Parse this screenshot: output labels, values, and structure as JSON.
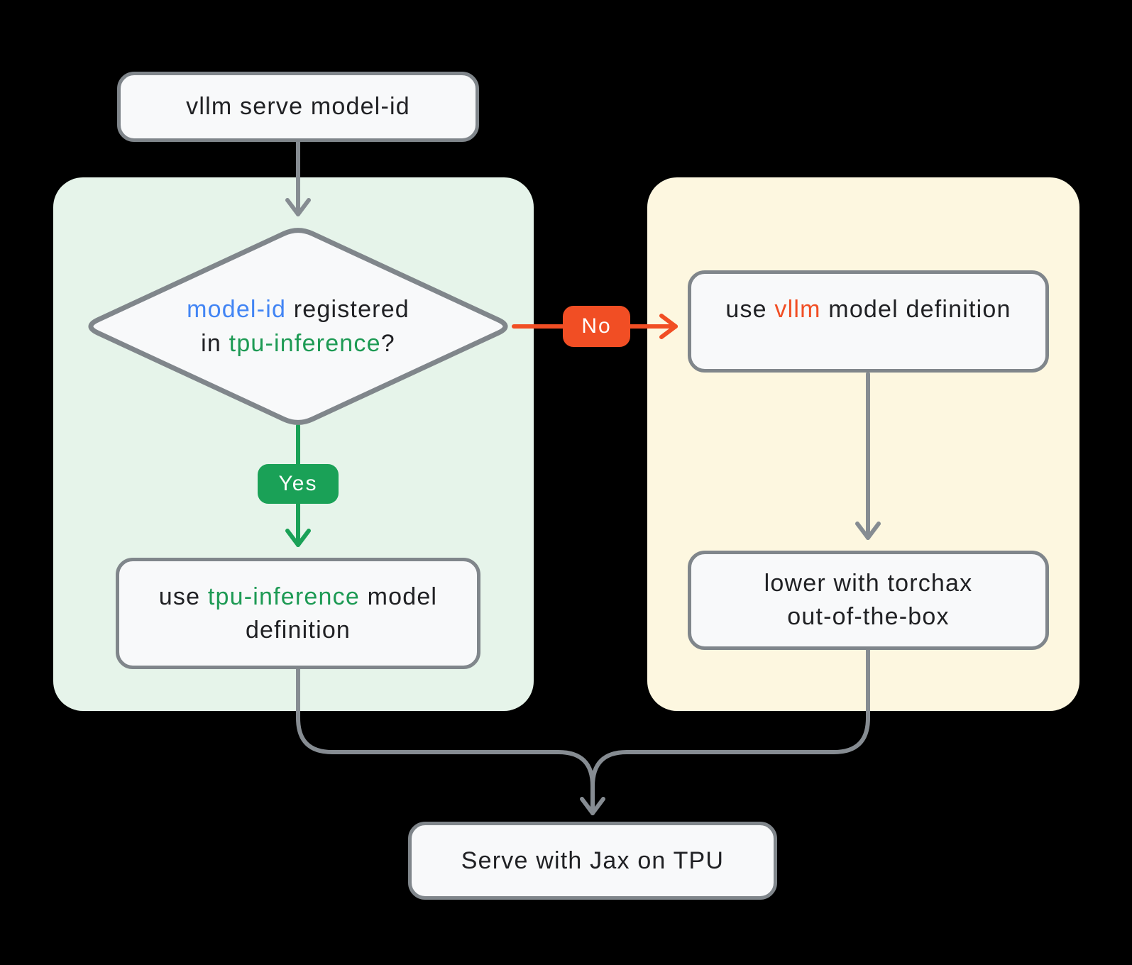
{
  "colors": {
    "canvas_bg": "#000000",
    "panel_green": "#e6f4ea",
    "panel_yellow": "#fdf7e0",
    "node_fill": "#f8f9fa",
    "border_gray": "#80868b",
    "line_gray": "#868c92",
    "green": "#1aa157",
    "green_text": "#1d9a54",
    "blue": "#4285f4",
    "orange": "#f14e24",
    "text_dark": "#202124",
    "badge_text": "#ffffff"
  },
  "nodes": {
    "start": {
      "label": "vllm serve model-id"
    },
    "decision": {
      "line1_highlight": "model-id",
      "line1_rest": " registered",
      "line2_prefix": "in ",
      "line2_highlight": "tpu-inference",
      "line2_suffix": "?"
    },
    "yes_badge": {
      "label": "Yes"
    },
    "no_badge": {
      "label": "No"
    },
    "tpu_box": {
      "prefix": "use ",
      "highlight": "tpu-inference",
      "suffix": " model definition"
    },
    "vllm_box": {
      "prefix": "use ",
      "highlight": "vllm",
      "suffix": " model definition"
    },
    "torchax_box": {
      "line1": "lower with torchax",
      "line2": "out-of-the-box"
    },
    "serve_box": {
      "label": "Serve with Jax on TPU"
    }
  }
}
